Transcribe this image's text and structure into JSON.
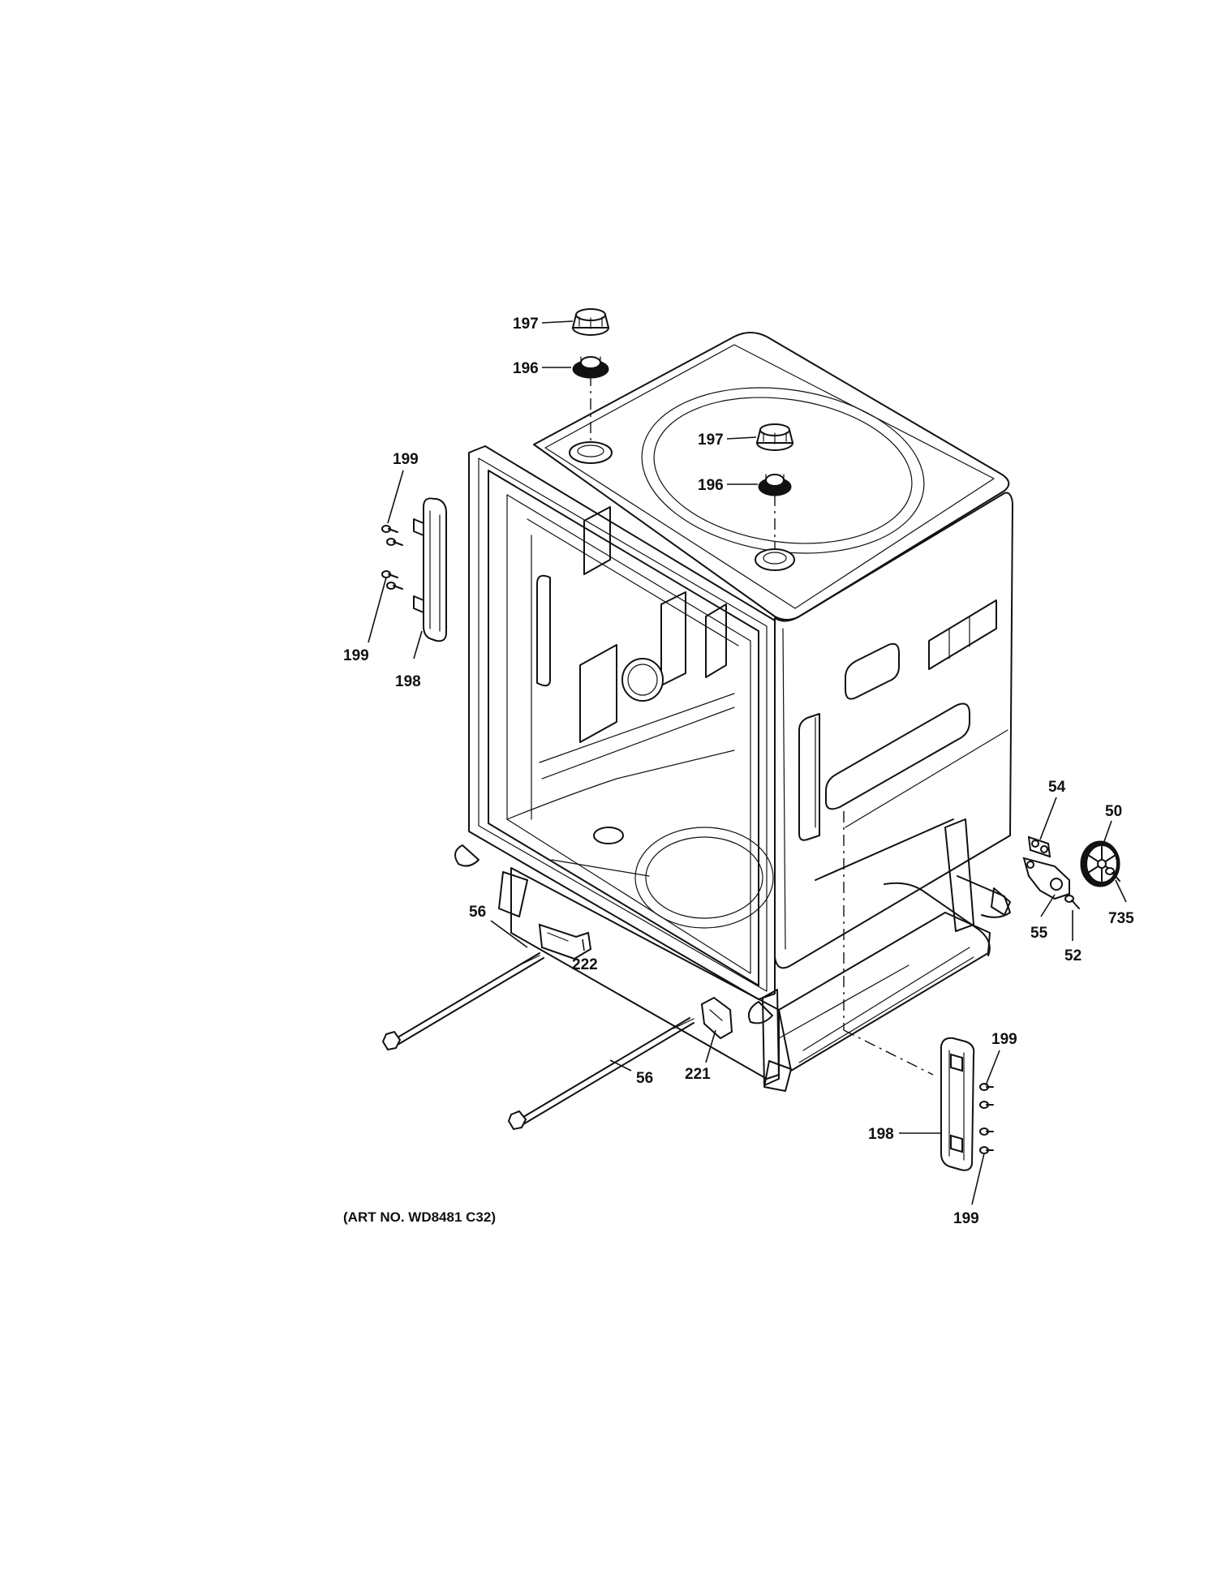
{
  "art_number": "(ART NO. WD8481 C32)",
  "callouts": {
    "c197_top": "197",
    "c196_top": "196",
    "c197_mid": "197",
    "c196_mid": "196",
    "c199_ul_top": "199",
    "c199_ul_bot": "199",
    "c198_left": "198",
    "c54": "54",
    "c50": "50",
    "c55": "55",
    "c52": "52",
    "c735": "735",
    "c56_upper": "56",
    "c222": "222",
    "c56_lower": "56",
    "c221": "221",
    "c199_lr_top": "199",
    "c198_right": "198",
    "c199_lr_bot": "199"
  }
}
